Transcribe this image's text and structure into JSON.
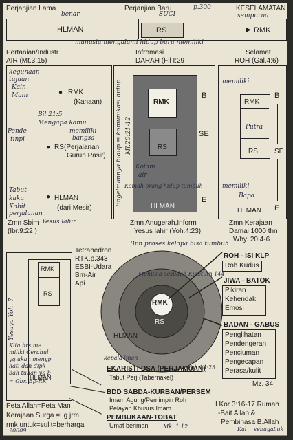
{
  "top": {
    "old_covenant": "Perjanjian Lama",
    "new_covenant": "Perjanjian Baru",
    "salvation": "KESELAMATAN",
    "hw_benar": "benar",
    "hw_suci": "SUCI",
    "hw_sempurna": "sempurna",
    "hw_page": "p.300",
    "hlman": "HLMAN",
    "rs": "RS",
    "rmk": "RMK",
    "hw_caption": "manusia mengalami hidup baru memiliki"
  },
  "columns": {
    "col1": {
      "title1": "Pertanian/Industr",
      "title2": "AIR (Mt.3:15)",
      "rmk": "RMK",
      "rmk_sub": "(Kanaan)",
      "rs": "RS",
      "rs_sub1": "(Perjalanan",
      "rs_sub2": "Gurun Pasir)",
      "hlman": "HLMAN",
      "hlman_sub": "(dari Mesir)",
      "footer1": "Zmn Sbim",
      "footer2": "(Ibr.9:22 )",
      "hw_yesus": "Yesus lahir",
      "hw_notes": [
        "kegunaan",
        "tujuan",
        "Kain",
        "Main",
        "Bil 21:5",
        "Mengapa kamu",
        "memiliki",
        "bangsa",
        "Pende",
        "tinpi",
        "Tabut",
        "kaku",
        "Kabit",
        "perjalanan"
      ]
    },
    "col2": {
      "title1": "Infromasi",
      "title2": "DARAH (Fil I:29",
      "rmk": "RMK",
      "rs": "RS",
      "b": "B",
      "se": "SE",
      "e": "E",
      "hlman": "HLMAN",
      "footer1": "Zmn Anugerah,Inform",
      "footer2": "Yesus lahir (Yoh.4:23)",
      "hw_vert": "Engelmannya hidup = komunikasi hidup",
      "hw_mid": "Ml.20:21-12",
      "hw_kolam": "Kolam",
      "hw_air": "air",
      "hw_kemah": "Kemah orang hidup tumbuh"
    },
    "col3": {
      "title1": "Selamat",
      "title2": "ROH (Gal.4:6)",
      "rmk": "RMK",
      "rs": "RS",
      "b": "B",
      "se": "SE",
      "e": "E",
      "hlman": "HLMAN",
      "footer1": "Zmn Kerajaan",
      "footer2": "Damai 1000 thn",
      "footer3": "Why. 20:4-6",
      "hw_memiliki": "memiliki",
      "hw_putra": "Putra",
      "hw_memiliki2": "memiliki",
      "hw_bapa": "Bapa"
    }
  },
  "lower": {
    "tetrahedron": "Tetrahedron",
    "rtk": "RTK.p.343",
    "esbi": "ESBI-Udara",
    "bm": "Bm-Air",
    "api": "Api",
    "hw_proses": "Bpn proses kelapa bisa tumbuh",
    "rmk": "RMK",
    "rs": "RS",
    "hlman": "HLMAN",
    "hw_ring": "Menusia sesudah Kiaet An 144",
    "hw_kepala": "kepala iman",
    "roh": "ROH - ISI KLP",
    "roh_sub": "Roh Kudus",
    "jiwa": "JIWA - BATOK",
    "jiwa_items": [
      "Pikiran",
      "Kehendak",
      "Emosi"
    ],
    "badan": "BADAN - GABUS",
    "badan_items": [
      "Penglihatan",
      "Pendengeran",
      "Penciuman",
      "Pengecapan",
      "Perasa/kulit"
    ],
    "mz": "Mz. 34",
    "hw_yoh": "Yoh 14:23",
    "ekaristi": "EKARISTI-DSA (PERJAMUAN)",
    "tabut": "Tabut Perj (Tabernakel)",
    "bdd": "BDD SABDA-KURBAN/PERSEM",
    "imam": "Imam Agung/Pemimpin Roh",
    "pelayan": "Pelayan Khusus Imam",
    "pembukaan": "PEMBUKAAN-TOBAT",
    "umat": "Umat beriman",
    "hw_mz": "Mk. 1:12",
    "kor": "I Kor 3:16-17 Rumah",
    "kor2": "-Bait Allah &",
    "kor3": "Pembinasa B.Allah",
    "hw_sebagai": "sebagai",
    "hw_kal": "Kal",
    "hw_luk": "Luk"
  },
  "bottom_left": {
    "rmk": "RMK",
    "rs": "RS",
    "hlman": "HLMAN",
    "hw_vert": "Yesaya Yoh. 7",
    "hw_notes": [
      "Kita hrs me",
      "miliki Cerahul",
      "yg akan menyp",
      "hati dan dipk",
      "bah tuhan yg b",
      "= Gbr. Bp-RK"
    ],
    "line1": "Peta Allah=Peta Man",
    "line2": "Kerajaan Surga =Lg jrm",
    "line3": "rmk untuk=sulit=berharga",
    "hw_sign": "20009"
  }
}
